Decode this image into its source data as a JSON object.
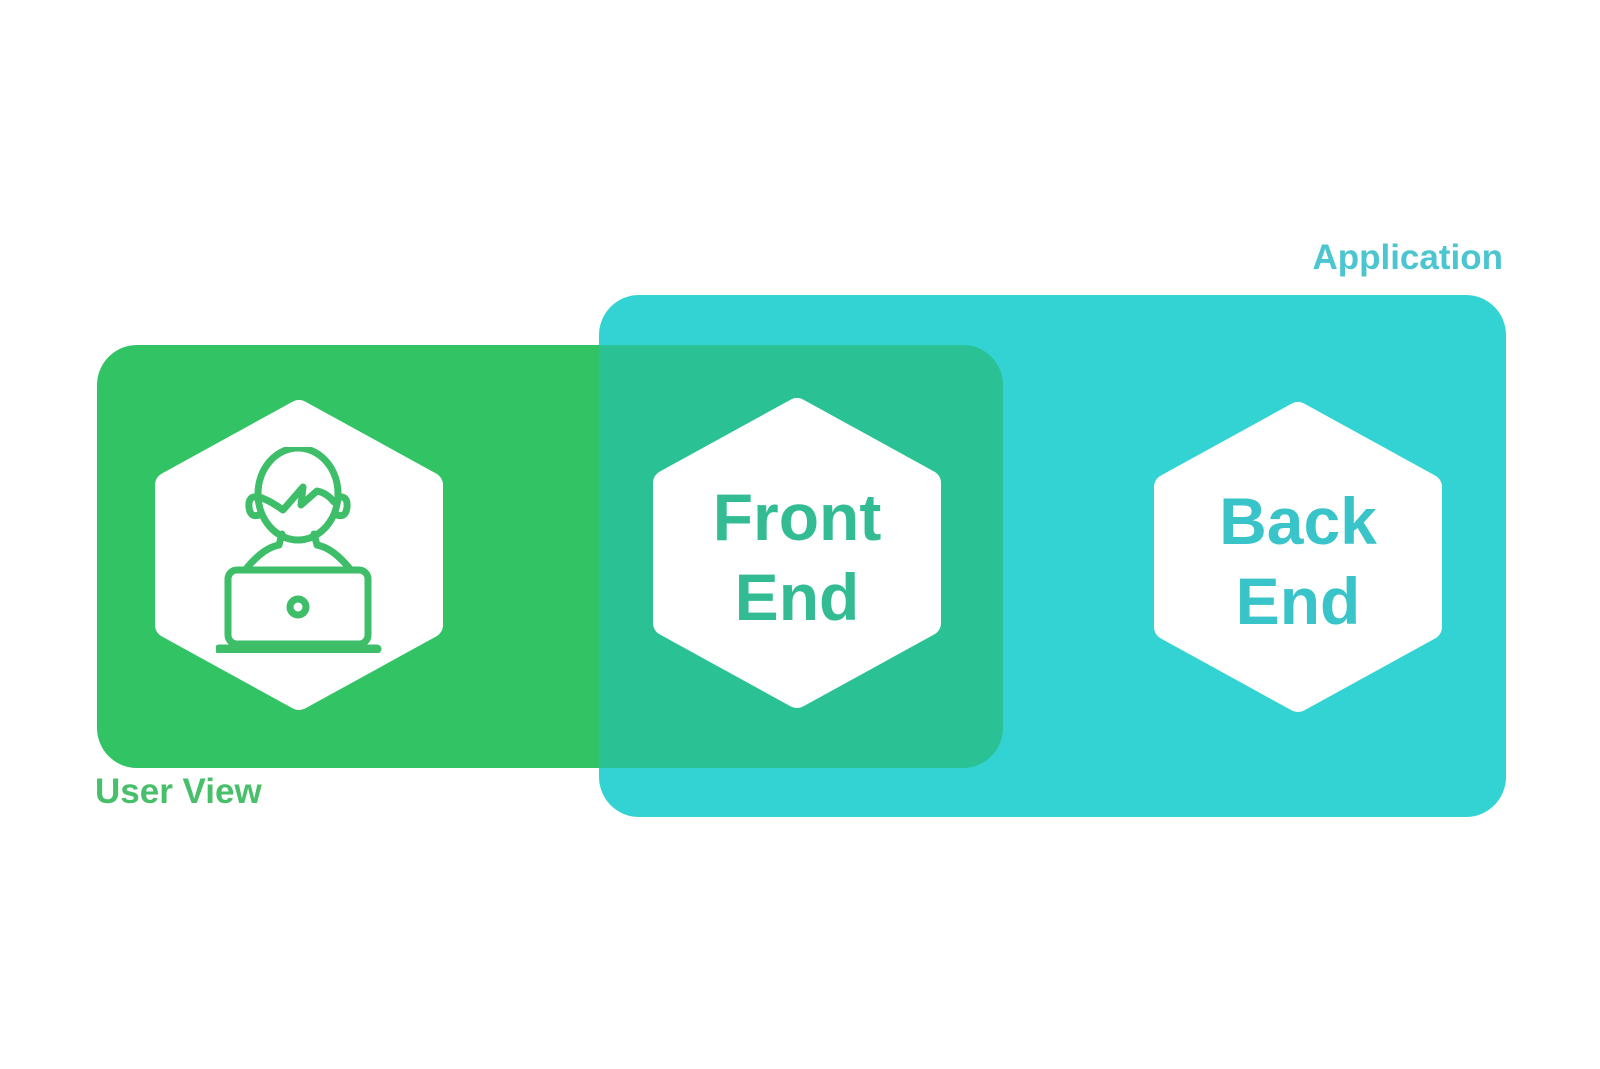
{
  "labels": {
    "application": "Application",
    "user_view": "User View"
  },
  "hexagons": {
    "user": {
      "icon": "person-at-laptop-icon"
    },
    "front_end": {
      "label": "Front End",
      "lines": [
        "Front",
        "End"
      ]
    },
    "back_end": {
      "label": "Back End",
      "lines": [
        "Back",
        "End"
      ]
    }
  },
  "colors": {
    "background": "#ffffff",
    "green_box": "#32c464",
    "teal_box": "#33d3d3",
    "overlap_region": "#2ac294",
    "hexagon_fill": "#ffffff",
    "icon_stroke": "#3ebe68",
    "front_end_text": "#33bc93",
    "back_end_text": "#38c4c8",
    "application_label": "#4bc6d1",
    "user_view_label": "#48bf6a"
  }
}
